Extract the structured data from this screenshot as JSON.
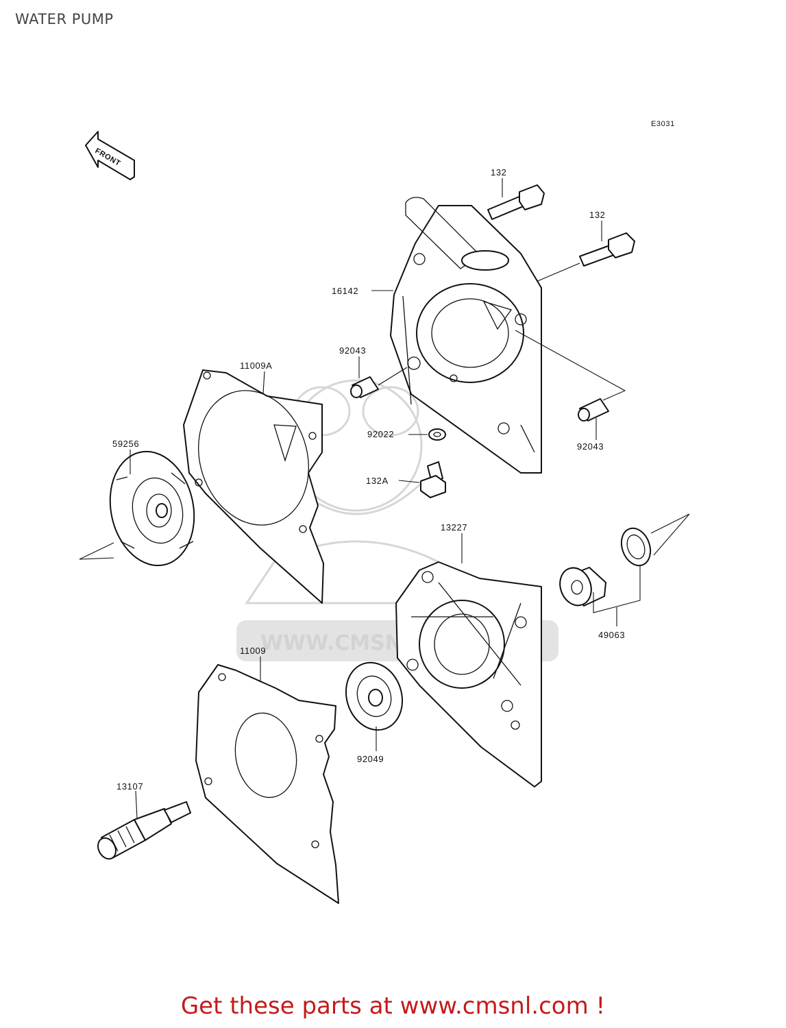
{
  "page_title": "WATER PUMP",
  "diagram_code": "E3031",
  "front_arrow_label": "FRONT",
  "watermark_text": "WWW.CMSNL.COM",
  "footer_text": "Get these parts at www.cmsnl.com !",
  "parts": [
    {
      "id": "p132a",
      "number": "132"
    },
    {
      "id": "p132b",
      "number": "132"
    },
    {
      "id": "p16142",
      "number": "16142"
    },
    {
      "id": "p92043a",
      "number": "92043"
    },
    {
      "id": "p92043b",
      "number": "92043"
    },
    {
      "id": "p11009A",
      "number": "11009A"
    },
    {
      "id": "p59256",
      "number": "59256"
    },
    {
      "id": "p92022",
      "number": "92022"
    },
    {
      "id": "p132A",
      "number": "132A"
    },
    {
      "id": "p13227",
      "number": "13227"
    },
    {
      "id": "p49063",
      "number": "49063"
    },
    {
      "id": "p11009",
      "number": "11009"
    },
    {
      "id": "p92049",
      "number": "92049"
    },
    {
      "id": "p13107",
      "number": "13107"
    }
  ]
}
